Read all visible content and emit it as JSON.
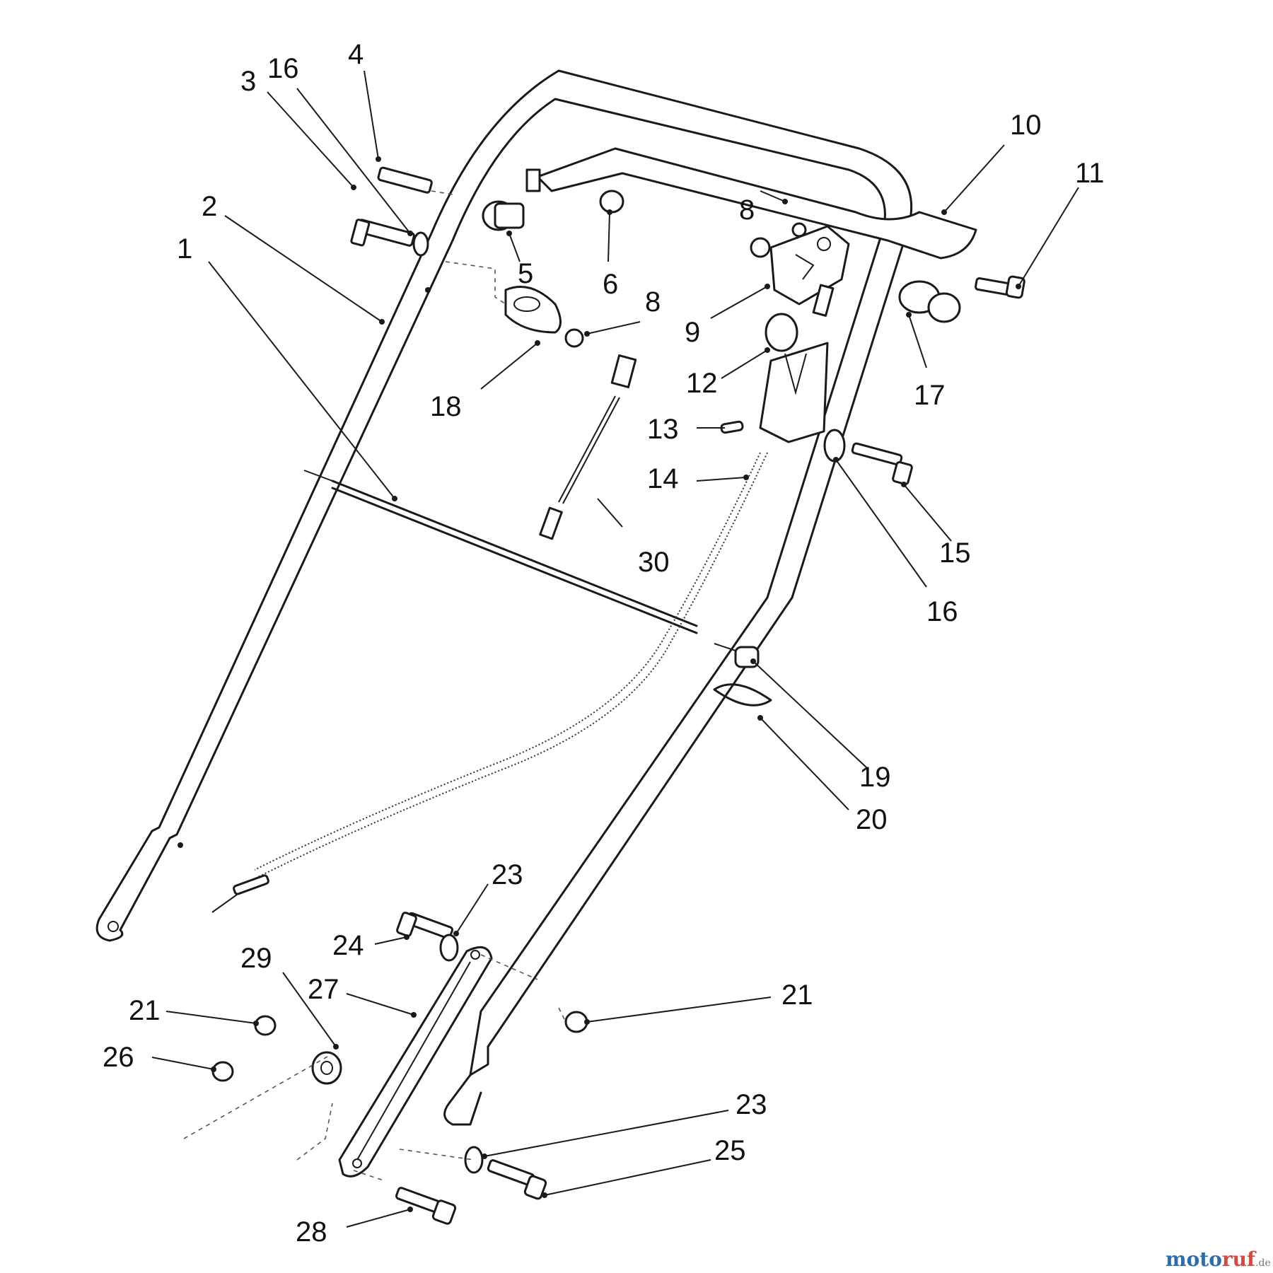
{
  "diagram": {
    "callouts": [
      {
        "id": "c1",
        "label": "1"
      },
      {
        "id": "c2",
        "label": "2"
      },
      {
        "id": "c3",
        "label": "3"
      },
      {
        "id": "c16a",
        "label": "16"
      },
      {
        "id": "c4",
        "label": "4"
      },
      {
        "id": "c5",
        "label": "5"
      },
      {
        "id": "c6",
        "label": "6"
      },
      {
        "id": "c8a",
        "label": "8"
      },
      {
        "id": "c8b",
        "label": "8"
      },
      {
        "id": "c9",
        "label": "9"
      },
      {
        "id": "c10",
        "label": "10"
      },
      {
        "id": "c11",
        "label": "11"
      },
      {
        "id": "c12",
        "label": "12"
      },
      {
        "id": "c13",
        "label": "13"
      },
      {
        "id": "c14",
        "label": "14"
      },
      {
        "id": "c15",
        "label": "15"
      },
      {
        "id": "c16b",
        "label": "16"
      },
      {
        "id": "c17",
        "label": "17"
      },
      {
        "id": "c18",
        "label": "18"
      },
      {
        "id": "c19",
        "label": "19"
      },
      {
        "id": "c20",
        "label": "20"
      },
      {
        "id": "c21a",
        "label": "21"
      },
      {
        "id": "c21b",
        "label": "21"
      },
      {
        "id": "c23a",
        "label": "23"
      },
      {
        "id": "c23b",
        "label": "23"
      },
      {
        "id": "c24",
        "label": "24"
      },
      {
        "id": "c25",
        "label": "25"
      },
      {
        "id": "c26",
        "label": "26"
      },
      {
        "id": "c27",
        "label": "27"
      },
      {
        "id": "c28",
        "label": "28"
      },
      {
        "id": "c29",
        "label": "29"
      },
      {
        "id": "c30",
        "label": "30"
      }
    ]
  },
  "watermark": {
    "part1": "moto",
    "part2": "ruf",
    "suffix": ".de"
  }
}
